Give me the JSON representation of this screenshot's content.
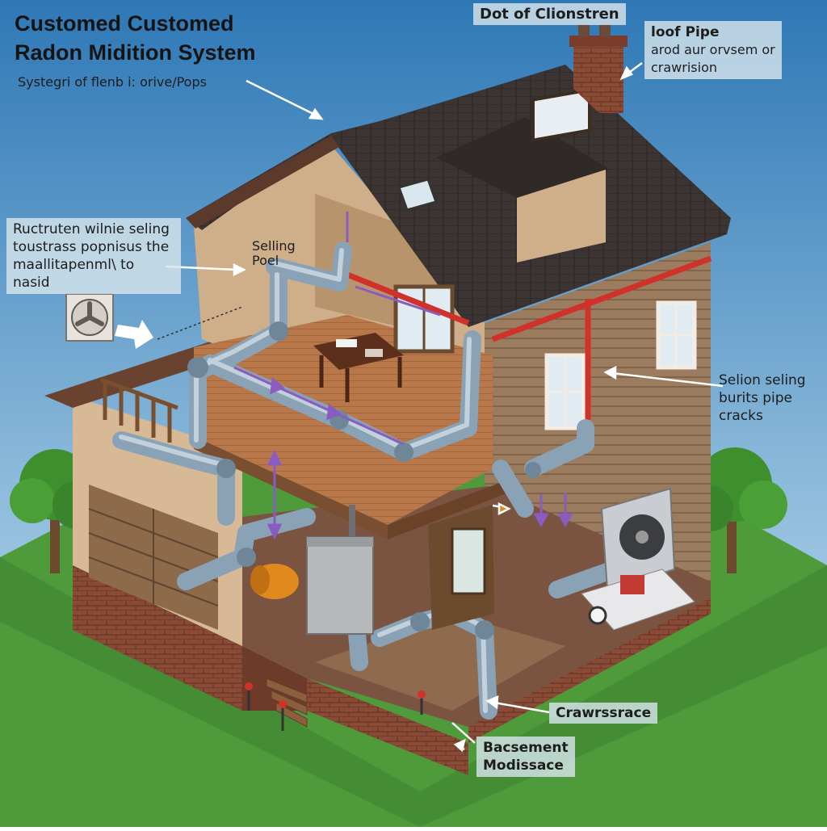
{
  "title": {
    "line1": "Customed Customed",
    "line2": "Radon Midition System"
  },
  "subtitle": "Systegri  of flenb i: orive/Pops",
  "labels": {
    "chimney": "Dot of Clionstren",
    "roof_pipe_title": "loof Pipe",
    "roof_pipe_line2": "arod aur orvsem or",
    "roof_pipe_line3": "crawrision",
    "left_line1": "Ructruten wilnie seling",
    "left_line2": "toustrass popnisus the",
    "left_line3": "maallitapenml\\ to nasid",
    "selling_line1": "Selling",
    "selling_line2": "Poel",
    "right_line1": "Selion seling",
    "right_line2": "burits pipe",
    "right_line3": "cracks",
    "crawlspace": "Crawrssrace",
    "basement_line1": "Bacsement",
    "basement_line2": "Modissace"
  },
  "colors": {
    "sky_top": "#2e78b6",
    "sky_bottom": "#b9d8ea",
    "grass": "#4f9a3a",
    "roof": "#3b3432",
    "siding": "#9b7c5e",
    "brick": "#8a4b36",
    "pipe": "#9fb3c4",
    "red_pipe": "#d0322b",
    "purple_arrow": "#8a5cc0"
  }
}
